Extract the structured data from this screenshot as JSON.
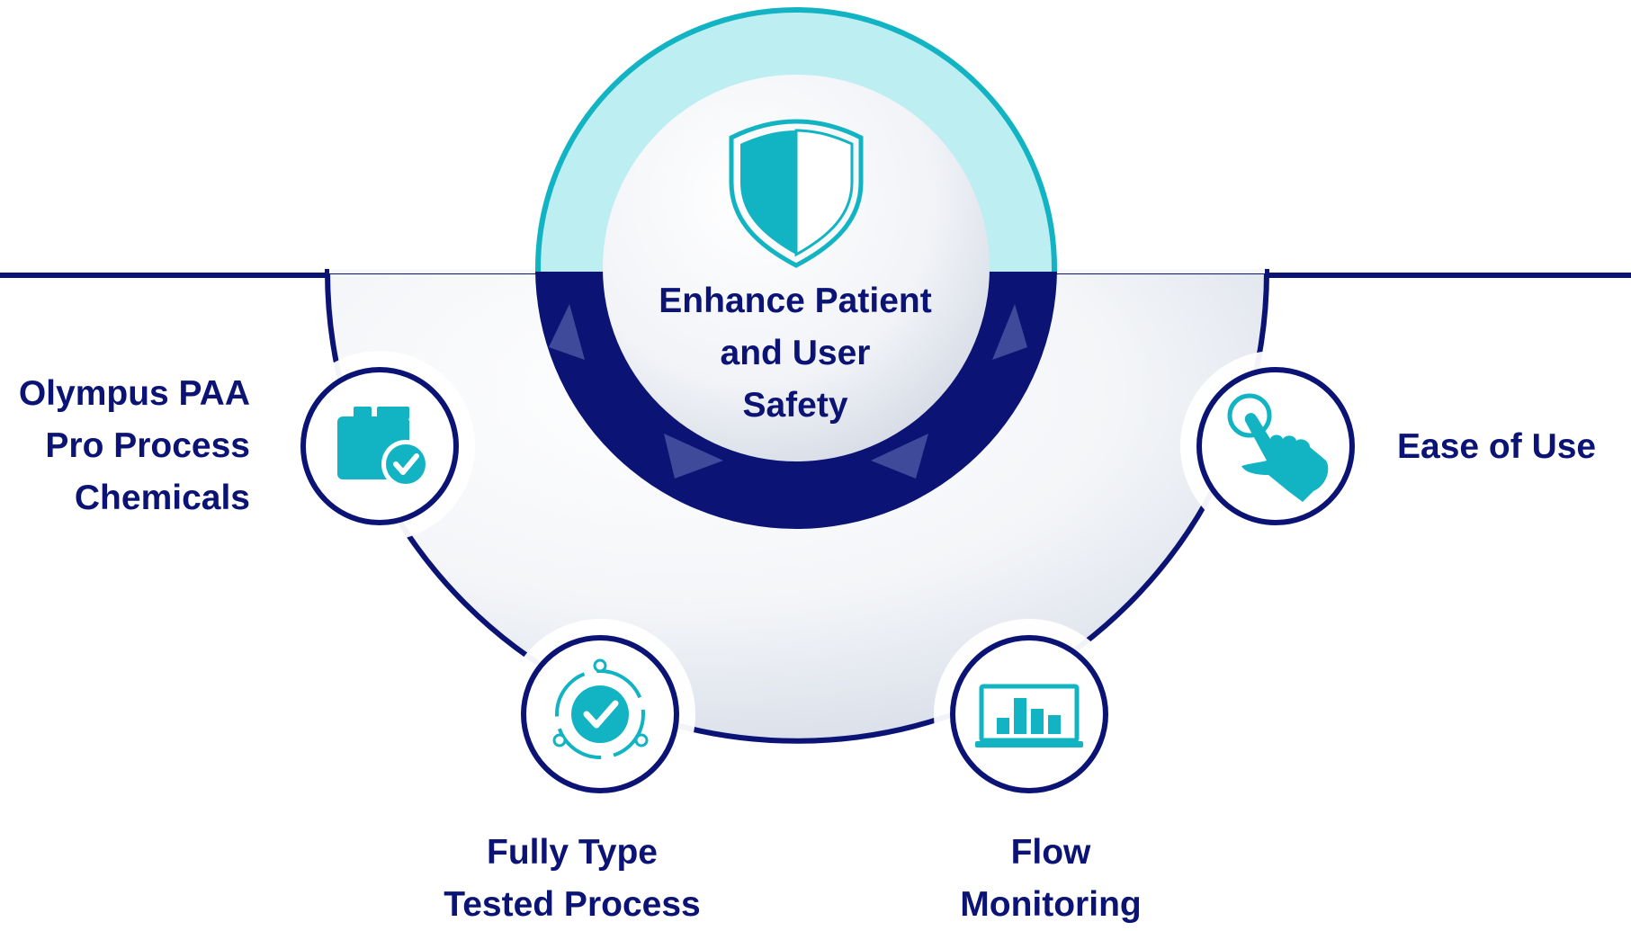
{
  "colors": {
    "navy": "#0b1474",
    "teal": "#12b4c4",
    "light_teal": "#bdeef2",
    "light_gray": "#eef0f4",
    "white": "#ffffff"
  },
  "center": {
    "title_lines": [
      "Enhance Patient",
      "and User",
      "Safety"
    ],
    "icon": "shield-icon"
  },
  "features": {
    "left": {
      "lines": [
        "Olympus PAA",
        "Pro Process",
        "Chemicals"
      ],
      "icon": "chemical-container-check-icon"
    },
    "right": {
      "lines": [
        "Ease of Use"
      ],
      "icon": "hand-tap-icon"
    },
    "bottom_left": {
      "lines": [
        "Fully Type",
        "Tested Process"
      ],
      "icon": "cycle-check-icon"
    },
    "bottom_right": {
      "lines": [
        "Flow",
        "Monitoring"
      ],
      "icon": "laptop-chart-icon"
    }
  }
}
